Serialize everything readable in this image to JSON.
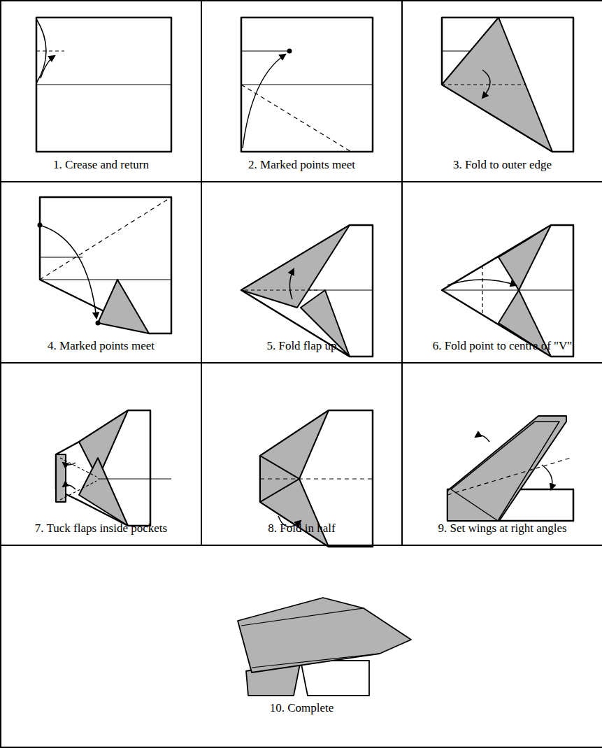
{
  "diagram": {
    "nodes": [
      {
        "text": [
          "1. Crease and return"
        ]
      },
      {
        "text": [
          "2. Marked points meet"
        ]
      },
      {
        "text": [
          "3. Fold to outer edge"
        ]
      },
      {
        "text": [
          "4. Marked points meet"
        ]
      },
      {
        "text": [
          "5. Fold flap up"
        ]
      },
      {
        "text": [
          "6. Fold point to centre of \"V\""
        ]
      },
      {
        "text": [
          "7. Tuck flaps inside pockets"
        ]
      },
      {
        "text": [
          "8. Fold in half"
        ]
      },
      {
        "text": [
          "9. Set wings at right angles"
        ]
      },
      {
        "text": [
          "10. Complete"
        ]
      }
    ]
  }
}
